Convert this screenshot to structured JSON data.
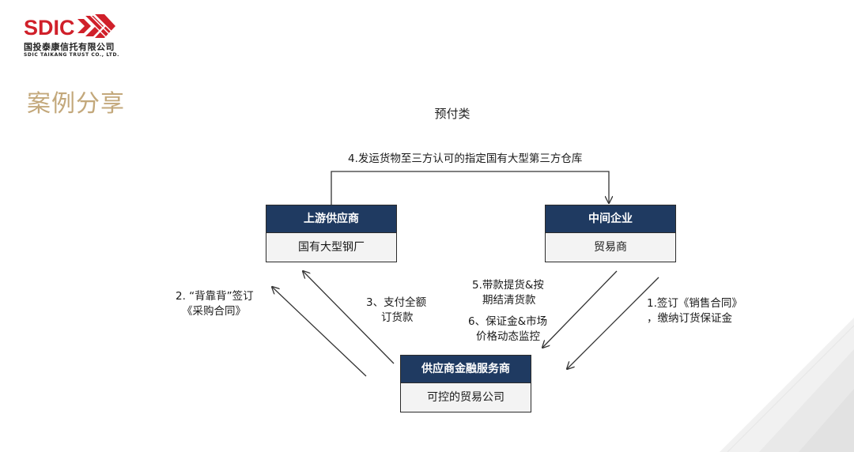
{
  "logo": {
    "brand": "SDIC",
    "company_cn": "国投泰康信托有限公司",
    "company_en": "SDIC TAIKANG TRUST CO., LTD."
  },
  "section_title": "案例分享",
  "diagram": {
    "title": "预付类",
    "nodes": {
      "upstream": {
        "header": "上游供应商",
        "body": "国有大型钢厂"
      },
      "middle": {
        "header": "中间企业",
        "body": "贸易商"
      },
      "service": {
        "header": "供应商金融服务商",
        "body": "可控的贸易公司"
      }
    },
    "labels": {
      "step4": "4.发运货物至三方认可的指定国有大型第三方仓库",
      "step2_line1": "2. “背靠背”签订",
      "step2_line2": "《采购合同》",
      "step3_line1": "3、支付全额",
      "step3_line2": "订货款",
      "step5_line1": "5.带款提货&按",
      "step5_line2": "期结清货款",
      "step6_line1": "6、保证金&市场",
      "step6_line2": "价格动态监控",
      "step1_line1": "1.签订《销售合同》",
      "step1_line2": "，缴纳订货保证金"
    }
  },
  "colors": {
    "brand_red": "#d0202a",
    "title_gold": "#c3a87b",
    "box_header_navy": "#1f3a61",
    "box_body_gray": "#f3f3f3"
  }
}
